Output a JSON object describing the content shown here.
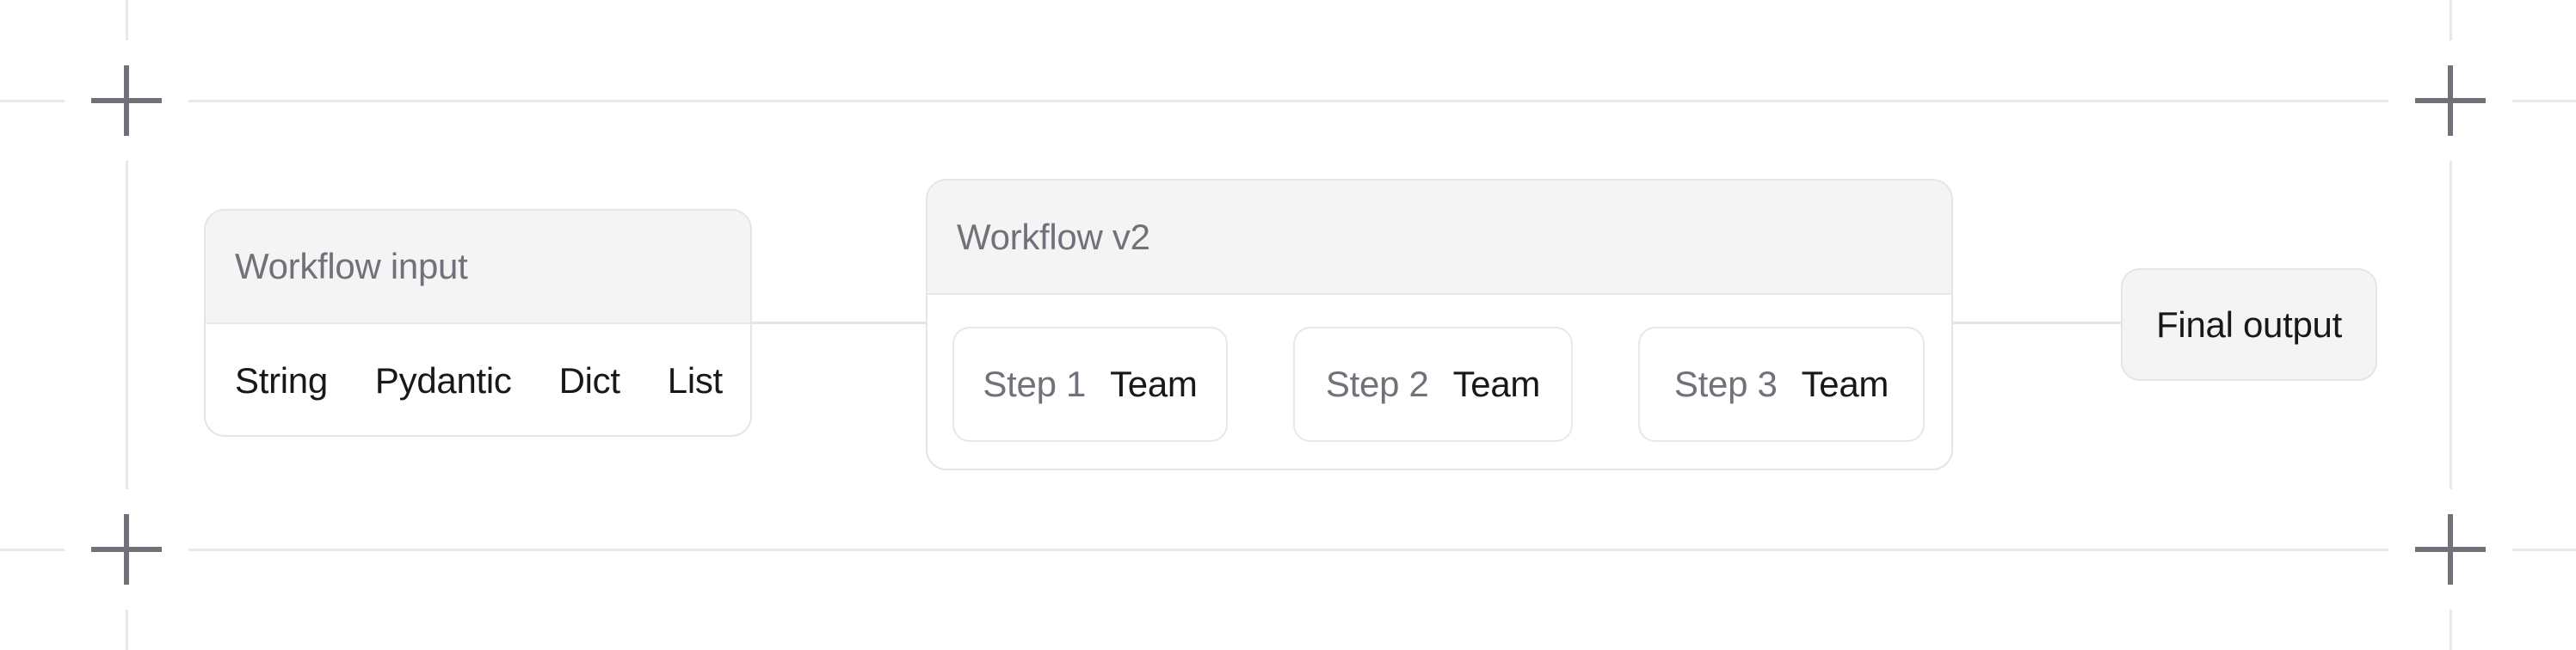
{
  "diagram": {
    "workflow_input": {
      "title": "Workflow input",
      "items": [
        "String",
        "Pydantic",
        "Dict",
        "List"
      ]
    },
    "workflow_v2": {
      "title": "Workflow v2",
      "steps": [
        {
          "label": "Step 1",
          "type": "Team"
        },
        {
          "label": "Step 2",
          "type": "Team"
        },
        {
          "label": "Step 3",
          "type": "Team"
        }
      ]
    },
    "final_output": {
      "label": "Final output"
    }
  },
  "colors": {
    "canvas_bg": "#ffffff",
    "node_header_bg": "#f4f4f5",
    "node_border": "#e5e5e8",
    "guide_line": "#e8e8ea",
    "crosshair": "#717179",
    "muted_text": "#71717a",
    "dark_text": "#18181b",
    "connector": "#e5e5e8"
  }
}
